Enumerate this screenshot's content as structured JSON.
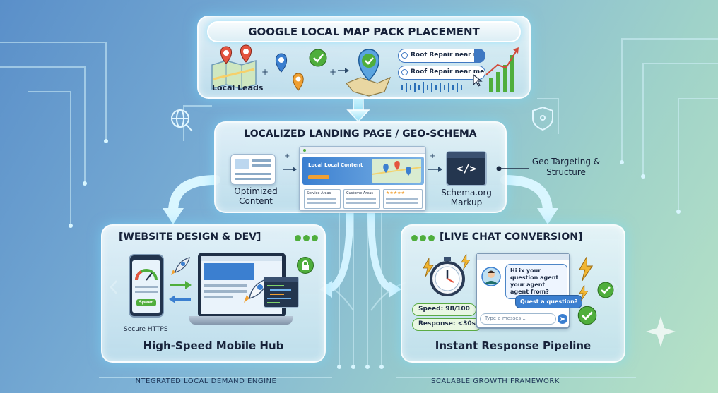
{
  "top": {
    "title": "GOOGLE LOCAL MAP PACK PLACEMENT",
    "local_leads": "Local Leads",
    "search_1": "Roof Repair near me",
    "search_2": "Roof Repair near me"
  },
  "middle": {
    "title": "LOCALIZED LANDING PAGE / GEO-SCHEMA",
    "optimized_content": "Optimized Content",
    "page_banner": "Local Local Content",
    "service_areas": "Service Areas",
    "customer_areas": "Custome Areas",
    "schema_markup": "Schema.org Markup",
    "geo_targeting": "Geo-Targeting & Structure"
  },
  "left": {
    "title": "[WEBSITE DESIGN & DEV]",
    "speed_label": "Speed",
    "secure": "Secure HTTPS",
    "caption": "High-Speed Mobile Hub"
  },
  "right": {
    "title": "[LIVE CHAT CONVERSION]",
    "chat_question": "Hi ix your question agent your agent agent from?",
    "quest_reply": "Quest a question?",
    "input_placeholder": "Type a messes...",
    "speed_stat": "Speed: 98/100",
    "response_stat": "Response: <30s",
    "caption": "Instant Response Pipeline"
  },
  "footer": {
    "left": "INTEGRATED LOCAL DEMAND ENGINE",
    "right": "SCALABLE GROWTH FRAMEWORK"
  },
  "colors": {
    "pin_red": "#e4543f",
    "pin_orange": "#f0a032",
    "pin_blue": "#3b7fd0",
    "check_green": "#4fae3c",
    "glow": "#8ee8ff"
  }
}
